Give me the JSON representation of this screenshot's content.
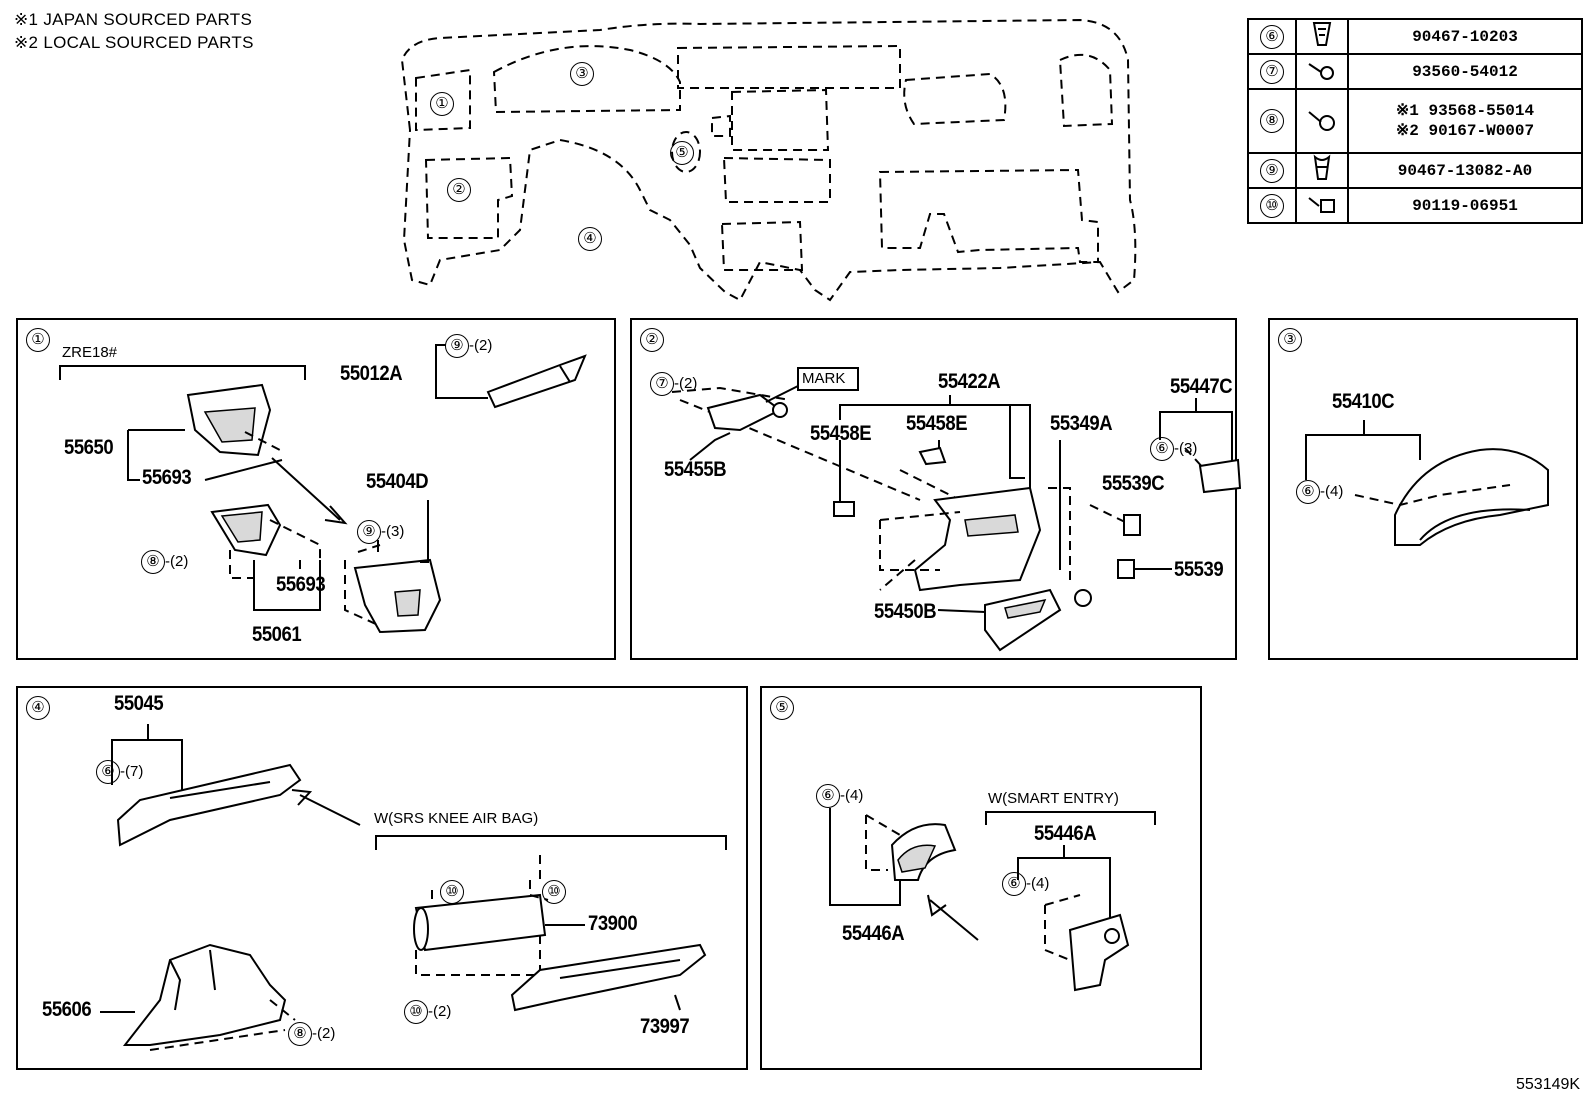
{
  "notes": {
    "japan": "※1 JAPAN SOURCED PARTS",
    "local": "※2 LOCAL SOURCED PARTS"
  },
  "overview_labels": [
    "①",
    "②",
    "③",
    "④",
    "⑤"
  ],
  "legend": [
    {
      "num": "⑥",
      "icon": "clip-icon",
      "parts": [
        "90467-10203"
      ]
    },
    {
      "num": "⑦",
      "icon": "screw-icon",
      "parts": [
        "93560-54012"
      ]
    },
    {
      "num": "⑧",
      "icon": "screw-icon",
      "parts": [
        "※1 93568-55014",
        "※2 90167-W0007"
      ]
    },
    {
      "num": "⑨",
      "icon": "clip-icon",
      "parts": [
        "90467-13082-A0"
      ]
    },
    {
      "num": "⑩",
      "icon": "bolt-icon",
      "parts": [
        "90119-06951"
      ]
    }
  ],
  "panel1": {
    "num": "①",
    "variant": "ZRE18#",
    "p55012A": "55012A",
    "c9a": "⑨",
    "q9a": "-(2)",
    "p55650": "55650",
    "p55693a": "55693",
    "p55404D": "55404D",
    "c9b": "⑨",
    "q9b": "-(3)",
    "c8": "⑧",
    "q8": "-(2)",
    "p55693b": "55693",
    "p55061": "55061"
  },
  "panel2": {
    "num": "②",
    "c7": "⑦",
    "q7": "-(2)",
    "mark": "MARK",
    "p55422A": "55422A",
    "p55447C": "55447C",
    "p55458E_a": "55458E",
    "p55458E_b": "55458E",
    "p55349A": "55349A",
    "c6": "⑥",
    "q6": "-(3)",
    "p55455B": "55455B",
    "p55539C": "55539C",
    "p55539": "55539",
    "p55450B": "55450B"
  },
  "panel3": {
    "num": "③",
    "p55410C": "55410C",
    "c6": "⑥",
    "q6": "-(4)"
  },
  "panel4": {
    "num": "④",
    "p55045": "55045",
    "c6": "⑥",
    "q6": "-(7)",
    "variant": "W(SRS KNEE AIR BAG)",
    "c10a": "⑩",
    "c10b": "⑩",
    "p73900": "73900",
    "p55606": "55606",
    "c8": "⑧",
    "q8": "-(2)",
    "c10c": "⑩",
    "q10c": "-(2)",
    "p73997": "73997"
  },
  "panel5": {
    "num": "⑤",
    "c6a": "⑥",
    "q6a": "-(4)",
    "variant": "W(SMART ENTRY)",
    "p55446A_a": "55446A",
    "c6b": "⑥",
    "q6b": "-(4)",
    "p55446A_b": "55446A"
  },
  "footer": {
    "code": "553149K"
  }
}
